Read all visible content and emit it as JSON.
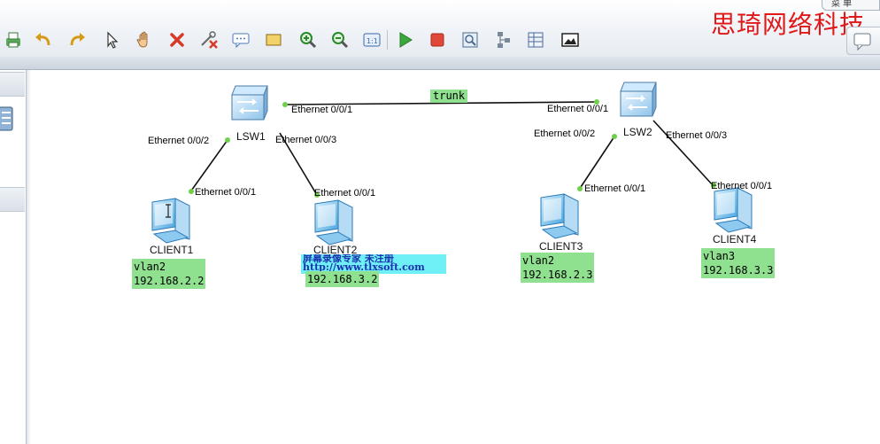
{
  "app": {
    "menu_tab": "菜 单",
    "watermark": "思琦网络科技"
  },
  "toolbar": {
    "buttons": [
      {
        "name": "print-icon",
        "color": "#3a8a3a"
      },
      {
        "name": "undo-icon",
        "color": "#d69a1a"
      },
      {
        "name": "redo-icon",
        "color": "#d69a1a"
      },
      {
        "name": "select-icon",
        "color": "#555555"
      },
      {
        "name": "pan-hand-icon",
        "color": "#d9a46a"
      },
      {
        "name": "delete-icon",
        "color": "#d83a2a"
      },
      {
        "name": "delete-link-icon",
        "color": "#555555"
      },
      {
        "name": "add-text-icon",
        "color": "#4a7ab8"
      },
      {
        "name": "add-shape-icon",
        "color": "#c89a2a"
      },
      {
        "name": "zoom-in-icon",
        "color": "#2a8a2a"
      },
      {
        "name": "zoom-out-icon",
        "color": "#2a8a2a"
      },
      {
        "name": "fit-size-icon",
        "color": "#3a6aa8"
      },
      {
        "name": "start-device-icon",
        "color": "#3aa83a"
      },
      {
        "name": "stop-device-icon",
        "color": "#d83a2a"
      },
      {
        "name": "capture-icon",
        "color": "#4a7ab8"
      },
      {
        "name": "topology-icon",
        "color": "#5a6a7a"
      },
      {
        "name": "grid-icon",
        "color": "#4a7ab8"
      },
      {
        "name": "screenshot-icon",
        "color": "#2a2a2a"
      }
    ]
  },
  "topology": {
    "trunk_label": "trunk",
    "switches": [
      {
        "name": "LSW1"
      },
      {
        "name": "LSW2"
      }
    ],
    "clients": [
      {
        "name": "CLIENT1",
        "info": "vlan2\n192.168.2.2"
      },
      {
        "name": "CLIENT2",
        "info": "192.168.3.2"
      },
      {
        "name": "CLIENT3",
        "info": "vlan2\n192.168.2.3"
      },
      {
        "name": "CLIENT4",
        "info": "vlan3\n192.168.3.3"
      }
    ],
    "ports": {
      "lsw1_uplink": "Ethernet 0/0/1",
      "lsw1_to_client1": "Ethernet 0/0/2",
      "lsw1_to_client2": "Ethernet 0/0/3",
      "client1_port": "Ethernet 0/0/1",
      "client2_port": "Ethernet 0/0/1",
      "lsw2_uplink": "Ethernet 0/0/1",
      "lsw2_to_client3": "Ethernet 0/0/2",
      "lsw2_to_client4": "Ethernet 0/0/3",
      "client3_port": "Ethernet 0/0/1",
      "client4_port": "Ethernet 0/0/1"
    },
    "banner": {
      "line1": "屏幕录像专家      未注册",
      "line2": "http://www.tlxsoft.com"
    }
  }
}
